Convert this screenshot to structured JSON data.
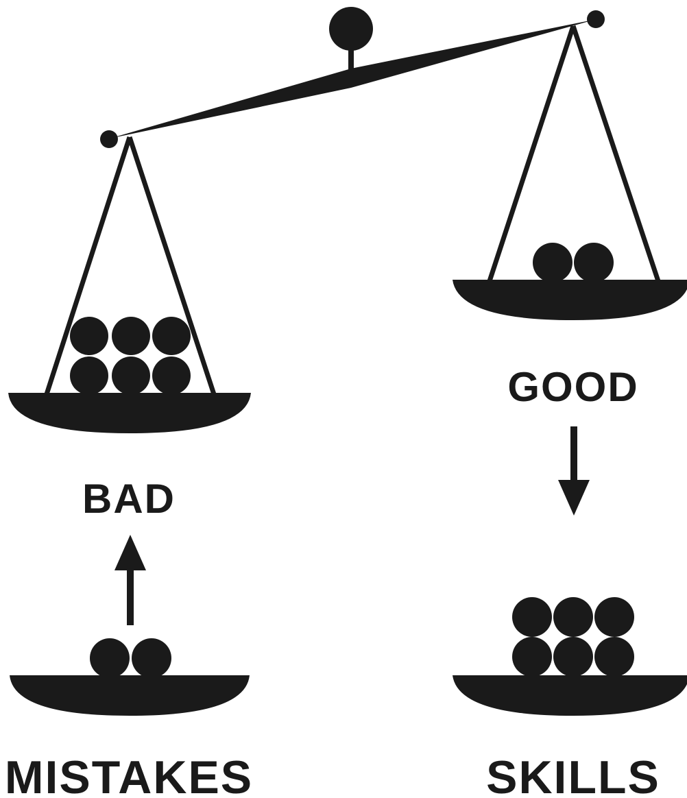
{
  "labels": {
    "bad": "BAD",
    "good": "GOOD",
    "mistakes": "MISTAKES",
    "skills": "SKILLS"
  },
  "counts": {
    "bad_pan_balls": 6,
    "good_pan_balls": 2,
    "mistakes_pan_balls": 2,
    "skills_pan_balls": 6
  },
  "colors": {
    "ink": "#1a1a1a",
    "background": "#ffffff"
  }
}
